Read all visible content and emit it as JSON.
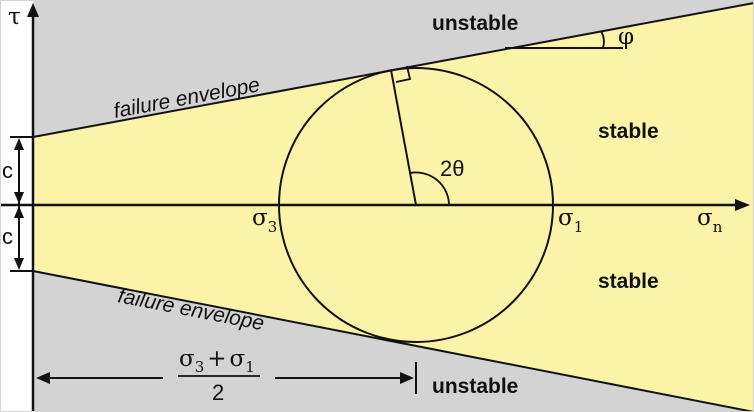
{
  "colors": {
    "stable_region": "#fbf4a8",
    "unstable_region": "#d3d3d3",
    "line": "#111111"
  },
  "axes": {
    "tau_label": "τ",
    "sigma_n_label": "σ",
    "sigma_n_subscript": "n"
  },
  "regions": {
    "unstable_top": "unstable",
    "unstable_bottom": "unstable",
    "stable_top": "stable",
    "stable_bottom": "stable"
  },
  "envelope": {
    "top_label": "failure envelope",
    "bottom_label": "failure envelope",
    "angle_label": "φ"
  },
  "cohesion": {
    "top_label": "c",
    "bottom_label": "c"
  },
  "circle": {
    "sigma3_symbol": "σ",
    "sigma3_subscript": "3",
    "sigma1_symbol": "σ",
    "sigma1_subscript": "1",
    "angle_label": "2θ"
  },
  "center_formula": {
    "numerator_a": "σ",
    "numerator_a_sub": "3",
    "plus": "+",
    "numerator_b": "σ",
    "numerator_b_sub": "1",
    "denominator": "2"
  }
}
